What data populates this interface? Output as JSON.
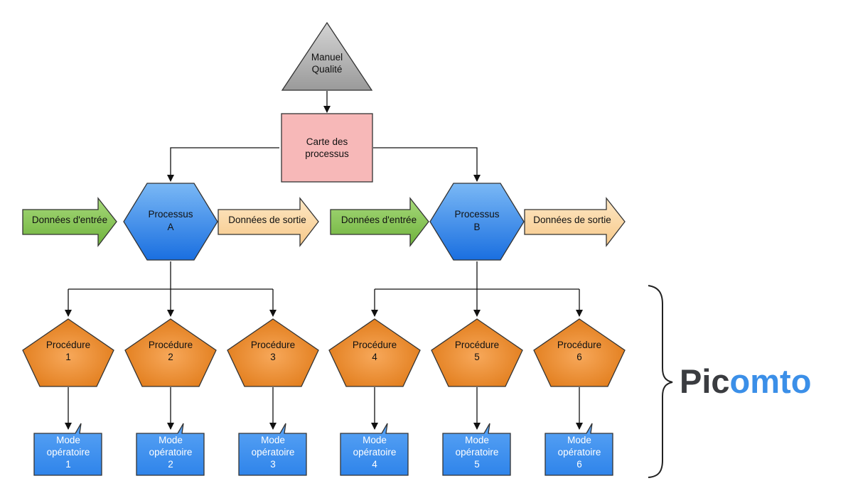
{
  "top": {
    "manual_line1": "Manuel",
    "manual_line2": "Qualité"
  },
  "map": {
    "line1": "Carte des",
    "line2": "processus"
  },
  "processes": [
    {
      "line1": "Processus",
      "line2": "A",
      "input": "Données d'entrée",
      "output": "Données de sortie"
    },
    {
      "line1": "Processus",
      "line2": "B",
      "input": "Données d'entrée",
      "output": "Données de sortie"
    }
  ],
  "procedures": [
    {
      "line1": "Procédure",
      "line2": "1"
    },
    {
      "line1": "Procédure",
      "line2": "2"
    },
    {
      "line1": "Procédure",
      "line2": "3"
    },
    {
      "line1": "Procédure",
      "line2": "4"
    },
    {
      "line1": "Procédure",
      "line2": "5"
    },
    {
      "line1": "Procédure",
      "line2": "6"
    }
  ],
  "modes": [
    {
      "line1": "Mode",
      "line2": "opératoire",
      "line3": "1"
    },
    {
      "line1": "Mode",
      "line2": "opératoire",
      "line3": "2"
    },
    {
      "line1": "Mode",
      "line2": "opératoire",
      "line3": "3"
    },
    {
      "line1": "Mode",
      "line2": "opératoire",
      "line3": "4"
    },
    {
      "line1": "Mode",
      "line2": "opératoire",
      "line3": "5"
    },
    {
      "line1": "Mode",
      "line2": "opératoire",
      "line3": "6"
    }
  ],
  "brand": {
    "part1": "Pic",
    "part2": "omto"
  },
  "colors": {
    "triangle": "#b0b0b0",
    "map_box": "#f7b8b8",
    "hexagon": "#3b8fe8",
    "input_arrow": "#8cc65a",
    "output_arrow": "#fcd9a8",
    "pentagon": "#f08a2c",
    "mode_box": "#3d8ff0",
    "brand_dark": "#3a3c40",
    "brand_blue": "#3b8fe8"
  }
}
